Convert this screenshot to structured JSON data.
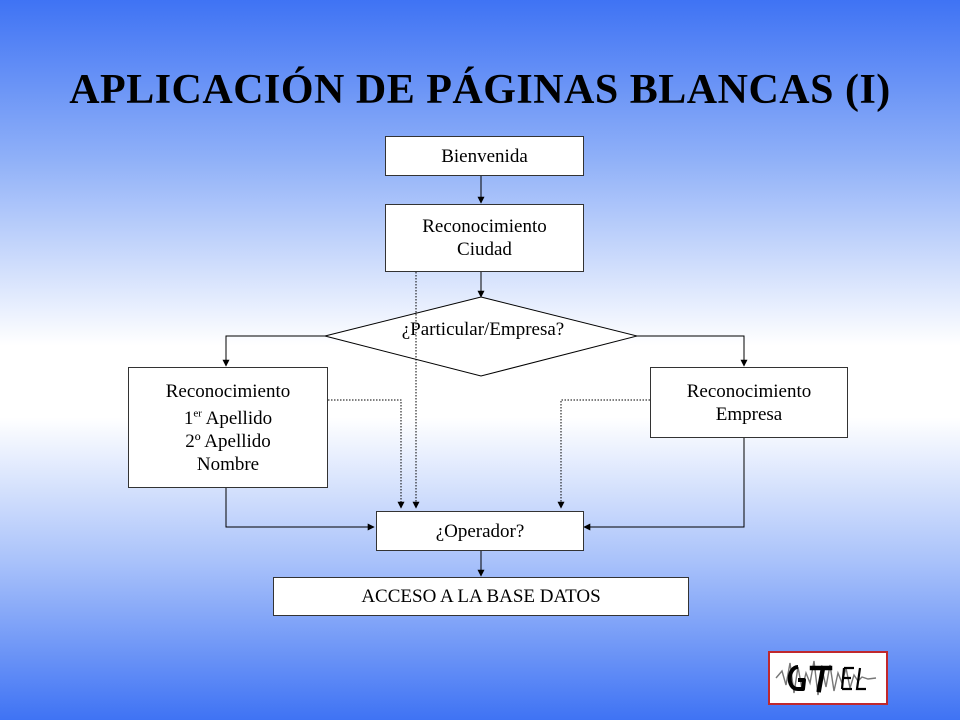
{
  "title": "APLICACIÓN DE PÁGINAS BLANCAS (I)",
  "nodes": {
    "bienvenida": "Bienvenida",
    "rec_ciudad": [
      "Reconocimiento",
      "Ciudad"
    ],
    "decision_particular": "¿Particular/Empresa?",
    "rec_particular": {
      "line1": "Reconocimiento",
      "line2_prefix": "1",
      "line2_sup": "er",
      "line2_rest": " Apellido",
      "line3": "2º Apellido",
      "line4": "Nombre"
    },
    "rec_empresa": [
      "Reconocimiento",
      "Empresa"
    ],
    "operador": "¿Operador?",
    "acceso": "ACCESO A LA BASE DATOS"
  },
  "logo": {
    "icon": "gtel-logo",
    "border_color": "#c0282d"
  },
  "colors": {
    "background_edge": "#3f73f4",
    "background_center": "#ffffff",
    "line": "#000000"
  }
}
